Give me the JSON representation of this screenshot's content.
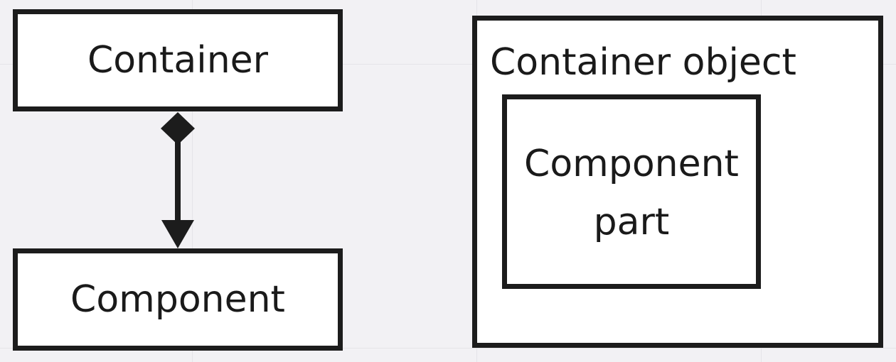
{
  "diagram": {
    "container_label": "Container",
    "component_label": "Component",
    "container_object_label": "Container object",
    "component_part_line1": "Component",
    "component_part_line2": "part"
  },
  "colors": {
    "background": "#f2f1f4",
    "stroke": "#1c1c1c",
    "box_fill": "#ffffff"
  },
  "icons": {
    "relationship_start": "filled-diamond",
    "relationship_end": "filled-triangle-arrow"
  }
}
